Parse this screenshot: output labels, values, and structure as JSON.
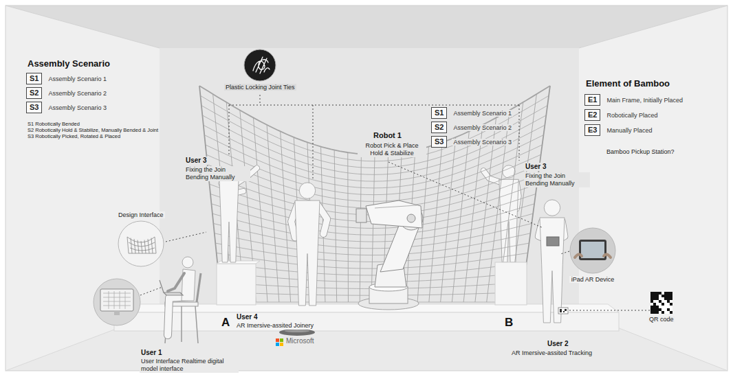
{
  "diagram": {
    "nodes": [
      {
        "text": [
          "S1",
          "Assembly Scenario 1"
        ]
      },
      {
        "text": [
          "S2",
          "Assembly Scenario 2"
        ]
      },
      {
        "text": [
          "S3",
          "Assembly Scenario 3"
        ]
      },
      {
        "text": [
          "S1",
          "Assembly Scenario 1"
        ]
      },
      {
        "text": [
          "S2",
          "Assembly Scenario 2"
        ]
      },
      {
        "text": [
          "S3",
          "Assembly Scenario 3"
        ]
      },
      {
        "text": [
          "E1",
          "Main Frame, Initially Placed"
        ]
      },
      {
        "text": [
          "E2",
          "Robotically Placed"
        ]
      },
      {
        "text": [
          "E3",
          "Manually Placed"
        ]
      },
      {
        "text": [
          "Plastic Locking Joint Ties"
        ]
      },
      {
        "text": [
          "Design Interface"
        ]
      },
      {
        "text": [
          "iPad AR Device"
        ]
      },
      {
        "text": [
          "QR code"
        ]
      }
    ],
    "labels": [
      "Assembly Scenario",
      "S1 Robotically Bended",
      "S2 Robotically Hold & Stabilize, Manually Bended & Joint",
      "S3 Robotically Picked, Rotated & Placed",
      "Robot 1",
      "Robot Pick & Place Hold & Stabilize",
      "Element of Bamboo",
      "Bamboo Pickup Station?",
      "User 3",
      "Fixing the Join Bending Manually",
      "User 3",
      "Fixing the Join Bending Manually",
      "A",
      "B",
      "User 4",
      "AR Imersive-assited Joinery",
      "Microsoft",
      "User 1",
      "User Interface Realtime digital model interface",
      "User 2",
      "AR Imersive-assited Tracking"
    ]
  }
}
